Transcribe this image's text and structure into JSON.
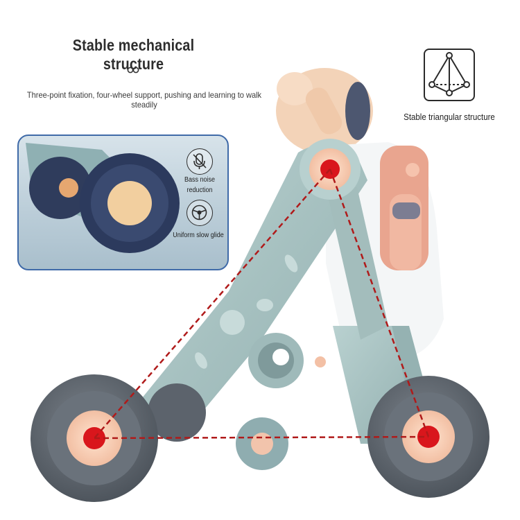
{
  "header": {
    "title": "Stable mechanical structure",
    "subtitle": "Three-point fixation, four-wheel support, pushing and learning to walk steadily"
  },
  "triangle_badge": {
    "icon": "triangular-pyramid-icon",
    "label": "Stable triangular structure"
  },
  "inset": {
    "features": [
      {
        "icon": "muted-microphone-icon",
        "label": "Bass noise reduction"
      },
      {
        "icon": "steering-wheel-icon",
        "label": "Uniform slow glide"
      }
    ]
  },
  "colors": {
    "inset_border": "#3f6aa8",
    "toy_body": "#a9c3c2",
    "wheel_tire": "#5c636c",
    "marker_red": "#d9161c",
    "dashed_line": "#b01a1a"
  }
}
